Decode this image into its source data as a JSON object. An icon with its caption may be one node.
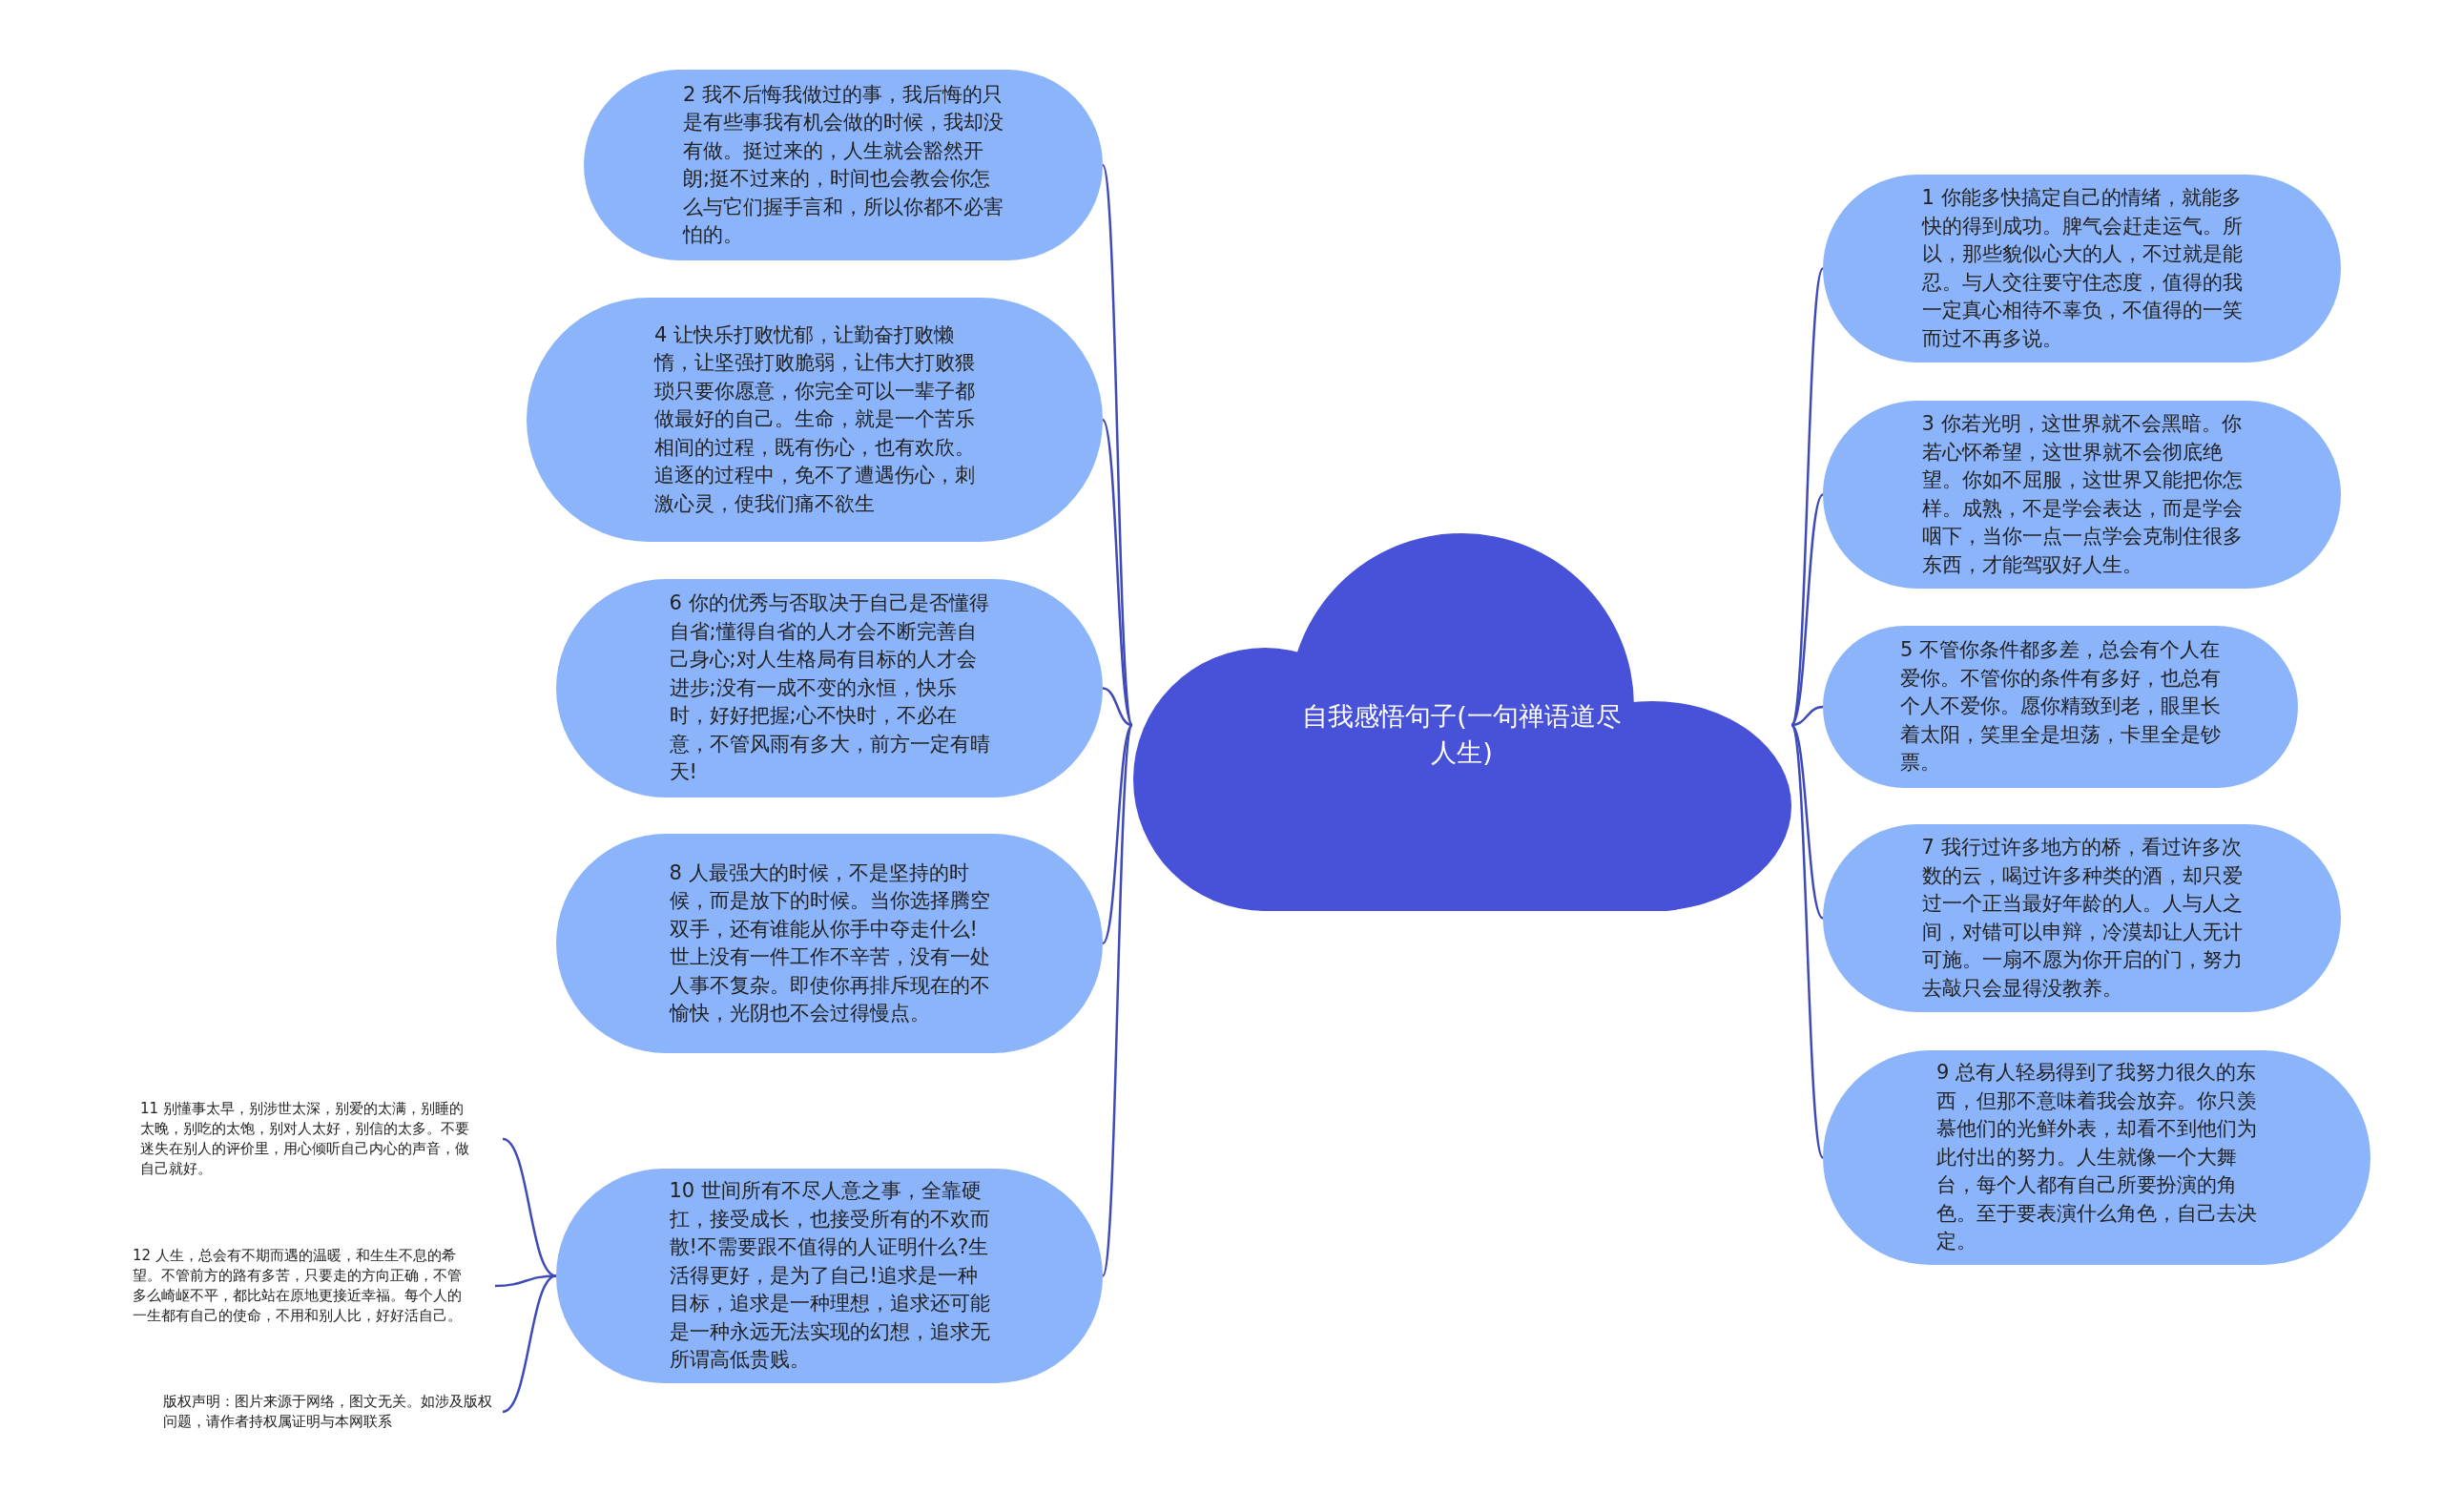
{
  "diagram": {
    "nodes": [
      {
        "text": [
          "自我感悟句子(一句禅语道尽人生)"
        ]
      },
      {
        "text": [
          "2 我不后悔我做过的事，我后悔的只是有些事我有机会做的时候，我却没有做。挺过来的，人生就会豁然开朗;挺不过来的，时间也会教会你怎么与它们握手言和，所以你都不必害怕的。"
        ]
      },
      {
        "text": [
          "4 让快乐打败忧郁，让勤奋打败懒惰，让坚强打败脆弱，让伟大打败猥琐只要你愿意，你完全可以一辈子都做最好的自己。生命，就是一个苦乐相间的过程，既有伤心，也有欢欣。追逐的过程中，免不了遭遇伤心，刺激心灵，使我们痛不欲生"
        ]
      },
      {
        "text": [
          "6 你的优秀与否取决于自己是否懂得自省;懂得自省的人才会不断完善自己身心;对人生格局有目标的人才会进步;没有一成不变的永恒，快乐时，好好把握;心不快时，不必在意，不管风雨有多大，前方一定有晴天!"
        ]
      },
      {
        "text": [
          "8 人最强大的时候，不是坚持的时候，而是放下的时候。当你选择腾空双手，还有谁能从你手中夺走什么!世上没有一件工作不辛苦，没有一处人事不复杂。即使你再排斥现在的不愉快，光阴也不会过得慢点。"
        ]
      },
      {
        "text": [
          "10 世间所有不尽人意之事，全靠硬扛，接受成长，也接受所有的不欢而散!不需要跟不值得的人证明什么?生活得更好，是为了自己!追求是一种目标，追求是一种理想，追求还可能是一种永远无法实现的幻想，追求无所谓高低贵贱。"
        ]
      },
      {
        "text": [
          "1 你能多快搞定自己的情绪，就能多快的得到成功。脾气会赶走运气。所以，那些貌似心大的人，不过就是能忍。与人交往要守住态度，值得的我一定真心相待不辜负，不值得的一笑而过不再多说。"
        ]
      },
      {
        "text": [
          "3 你若光明，这世界就不会黑暗。你若心怀希望，这世界就不会彻底绝望。你如不屈服，这世界又能把你怎样。成熟，不是学会表达，而是学会咽下，当你一点一点学会克制住很多东西，才能驾驭好人生。"
        ]
      },
      {
        "text": [
          "5 不管你条件都多差，总会有个人在爱你。不管你的条件有多好，也总有个人不爱你。愿你精致到老，眼里长着太阳，笑里全是坦荡，卡里全是钞票。"
        ]
      },
      {
        "text": [
          "7 我行过许多地方的桥，看过许多次数的云，喝过许多种类的酒，却只爱过一个正当最好年龄的人。人与人之间，对错可以申辩，冷漠却让人无计可施。一扇不愿为你开启的门，努力去敲只会显得没教养。"
        ]
      },
      {
        "text": [
          "9 总有人轻易得到了我努力很久的东西，但那不意味着我会放弃。你只羡慕他们的光鲜外表，却看不到他们为此付出的努力。人生就像一个大舞台，每个人都有自己所要扮演的角色。至于要表演什么角色，自己去决定。"
        ]
      },
      {
        "text": [
          "11 别懂事太早，别涉世太深，别爱的太满，别睡的太晚，别吃的太饱，别对人太好，别信的太多。不要迷失在别人的评价里，用心倾听自己内心的声音，做自己就好。"
        ]
      },
      {
        "text": [
          "12 人生，总会有不期而遇的温暖，和生生不息的希望。不管前方的路有多苦，只要走的方向正确，不管多么崎岖不平，都比站在原地更接近幸福。每个人的一生都有自己的使命，不用和别人比，好好活自己。"
        ]
      },
      {
        "text": [
          "版权声明：图片来源于网络，图文无关。如涉及版权问题，请作者持权属证明与本网联系"
        ]
      }
    ],
    "edges": [
      {
        "from": 0,
        "to": 1,
        "arrow": "none"
      },
      {
        "from": 0,
        "to": 2,
        "arrow": "none"
      },
      {
        "from": 0,
        "to": 3,
        "arrow": "none"
      },
      {
        "from": 0,
        "to": 4,
        "arrow": "none"
      },
      {
        "from": 0,
        "to": 5,
        "arrow": "none"
      },
      {
        "from": 0,
        "to": 6,
        "arrow": "none"
      },
      {
        "from": 0,
        "to": 7,
        "arrow": "none"
      },
      {
        "from": 0,
        "to": 8,
        "arrow": "none"
      },
      {
        "from": 0,
        "to": 9,
        "arrow": "none"
      },
      {
        "from": 0,
        "to": 10,
        "arrow": "none"
      },
      {
        "from": 5,
        "to": 11,
        "arrow": "none"
      },
      {
        "from": 5,
        "to": 12,
        "arrow": "none"
      },
      {
        "from": 5,
        "to": 13,
        "arrow": "none"
      }
    ]
  }
}
